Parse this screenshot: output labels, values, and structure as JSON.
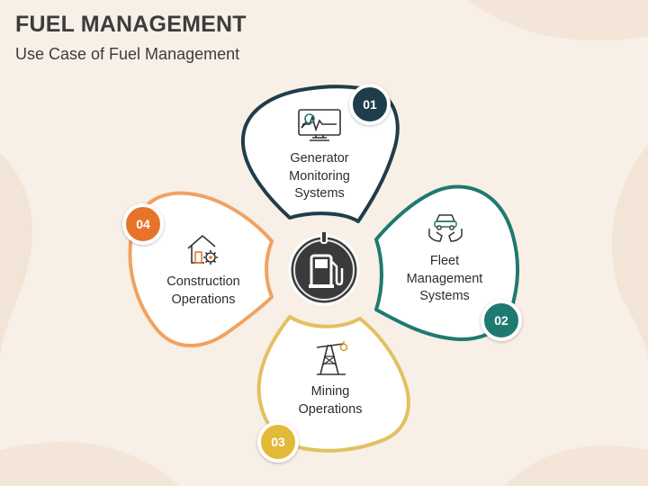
{
  "title": "FUEL MANAGEMENT",
  "subtitle": "Use Case of Fuel Management",
  "center_icon": "fuel-pump-icon",
  "items": [
    {
      "number": "01",
      "label": "Generator\nMonitoring\nSystems",
      "icon": "monitor-pulse-icon",
      "color": "#1f3d4a"
    },
    {
      "number": "02",
      "label": "Fleet\nManagement\nSystems",
      "icon": "car-hands-icon",
      "color": "#1e7a70"
    },
    {
      "number": "03",
      "label": "Mining\nOperations",
      "icon": "oil-rig-icon",
      "color": "#e3b938"
    },
    {
      "number": "04",
      "label": "Construction\nOperations",
      "icon": "house-gear-icon",
      "color": "#e8742a"
    }
  ],
  "colors": {
    "background": "#f8efe6",
    "petal_fill": "#ffffff",
    "center_fill": "#3a3a3a",
    "petal_outline_04": "#f0a262"
  }
}
